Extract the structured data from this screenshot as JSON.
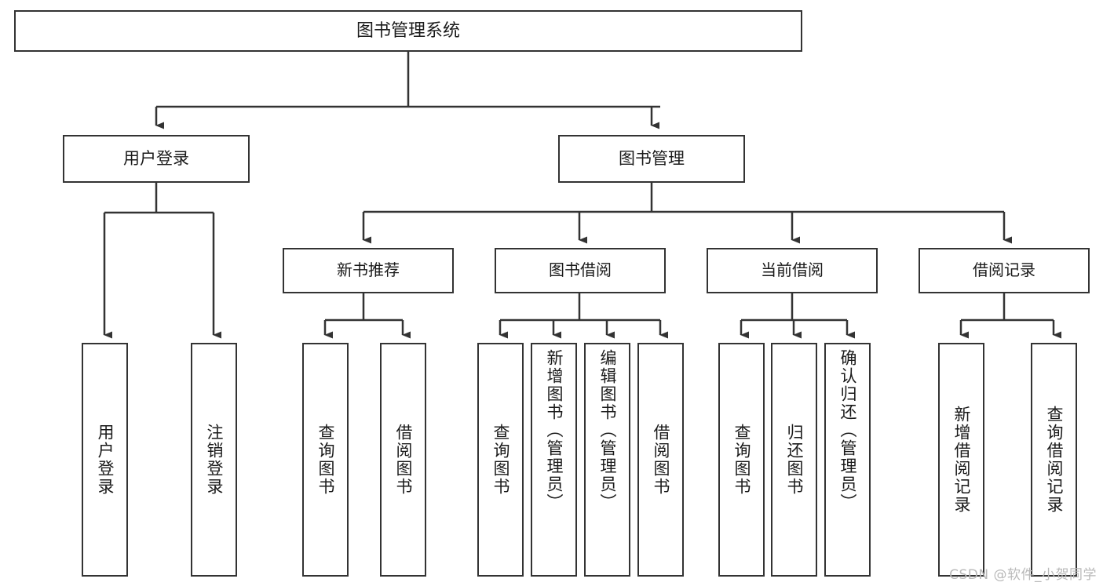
{
  "diagram": {
    "type": "tree-hierarchy",
    "title": "图书管理系统",
    "root": {
      "id": "root",
      "label": "图书管理系统"
    },
    "level1": [
      {
        "id": "user-login",
        "label": "用户登录"
      },
      {
        "id": "book-manage",
        "label": "图书管理"
      }
    ],
    "level2": [
      {
        "id": "new-book-recommend",
        "label": "新书推荐",
        "parent": "book-manage"
      },
      {
        "id": "book-borrow",
        "label": "图书借阅",
        "parent": "book-manage"
      },
      {
        "id": "current-borrow",
        "label": "当前借阅",
        "parent": "book-manage"
      },
      {
        "id": "borrow-record",
        "label": "借阅记录",
        "parent": "book-manage"
      }
    ],
    "leaves": [
      {
        "id": "leaf-user-login",
        "label": "用户登录",
        "parent": "user-login"
      },
      {
        "id": "leaf-logout-login",
        "label": "注销登录",
        "parent": "user-login"
      },
      {
        "id": "leaf-query-book-1",
        "label": "查询图书",
        "parent": "new-book-recommend"
      },
      {
        "id": "leaf-borrow-book-1",
        "label": "借阅图书",
        "parent": "new-book-recommend"
      },
      {
        "id": "leaf-query-book-2",
        "label": "查询图书",
        "parent": "book-borrow"
      },
      {
        "id": "leaf-add-book-admin",
        "label": "新增图书（管理员）",
        "parent": "book-borrow"
      },
      {
        "id": "leaf-edit-book-admin",
        "label": "编辑图书（管理员）",
        "parent": "book-borrow"
      },
      {
        "id": "leaf-borrow-book-2",
        "label": "借阅图书",
        "parent": "book-borrow"
      },
      {
        "id": "leaf-query-book-3",
        "label": "查询图书",
        "parent": "current-borrow"
      },
      {
        "id": "leaf-return-book",
        "label": "归还图书",
        "parent": "current-borrow"
      },
      {
        "id": "leaf-confirm-return-admin",
        "label": "确认归还（管理员）",
        "parent": "current-borrow"
      },
      {
        "id": "leaf-add-borrow-record",
        "label": "新增借阅记录",
        "parent": "borrow-record"
      },
      {
        "id": "leaf-query-borrow-record",
        "label": "查询借阅记录",
        "parent": "borrow-record"
      }
    ],
    "colors": {
      "stroke": "#333333",
      "fill": "#ffffff",
      "text": "#1a1a1a",
      "watermark": "#b9b9b9"
    }
  },
  "watermark": {
    "text": "CSDN @软件_小贺同学"
  }
}
